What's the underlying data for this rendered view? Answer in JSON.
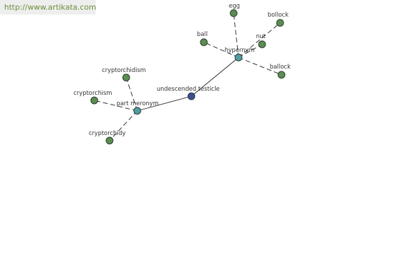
{
  "banner": {
    "url_text": "http://www.artikata.com"
  },
  "colors": {
    "leaf": "#5a8f4f",
    "relation": "#4f9ea3",
    "root": "#3c4f96",
    "edge": "#1a1a1a",
    "banner_text": "#6b8f3a",
    "banner_bg": "#eeeeee"
  },
  "graph": {
    "nodes": [
      {
        "id": "undescended-testicle",
        "label": "undescended testicle",
        "kind": "root"
      },
      {
        "id": "hypernym",
        "label": "hypernym",
        "kind": "relation"
      },
      {
        "id": "part-meronym",
        "label": "part meronym",
        "kind": "relation"
      },
      {
        "id": "egg",
        "label": "egg",
        "kind": "leaf"
      },
      {
        "id": "bollock",
        "label": "bollock",
        "kind": "leaf"
      },
      {
        "id": "ball",
        "label": "ball",
        "kind": "leaf"
      },
      {
        "id": "nut",
        "label": "nut",
        "kind": "leaf"
      },
      {
        "id": "ballock",
        "label": "ballock",
        "kind": "leaf"
      },
      {
        "id": "cryptorchidism",
        "label": "cryptorchidism",
        "kind": "leaf"
      },
      {
        "id": "cryptorchism",
        "label": "cryptorchism",
        "kind": "leaf"
      },
      {
        "id": "cryptorchidy",
        "label": "cryptorchidy",
        "kind": "leaf"
      }
    ],
    "edges": [
      {
        "from": "undescended-testicle",
        "to": "hypernym",
        "style": "solid"
      },
      {
        "from": "undescended-testicle",
        "to": "part-meronym",
        "style": "solid"
      },
      {
        "from": "hypernym",
        "to": "egg",
        "style": "dashed"
      },
      {
        "from": "hypernym",
        "to": "bollock",
        "style": "dashed"
      },
      {
        "from": "hypernym",
        "to": "ball",
        "style": "dashed"
      },
      {
        "from": "hypernym",
        "to": "nut",
        "style": "dashed"
      },
      {
        "from": "hypernym",
        "to": "ballock",
        "style": "dashed"
      },
      {
        "from": "part-meronym",
        "to": "cryptorchidism",
        "style": "dashed"
      },
      {
        "from": "part-meronym",
        "to": "cryptorchism",
        "style": "dashed"
      },
      {
        "from": "part-meronym",
        "to": "cryptorchidy",
        "style": "dashed"
      }
    ]
  }
}
